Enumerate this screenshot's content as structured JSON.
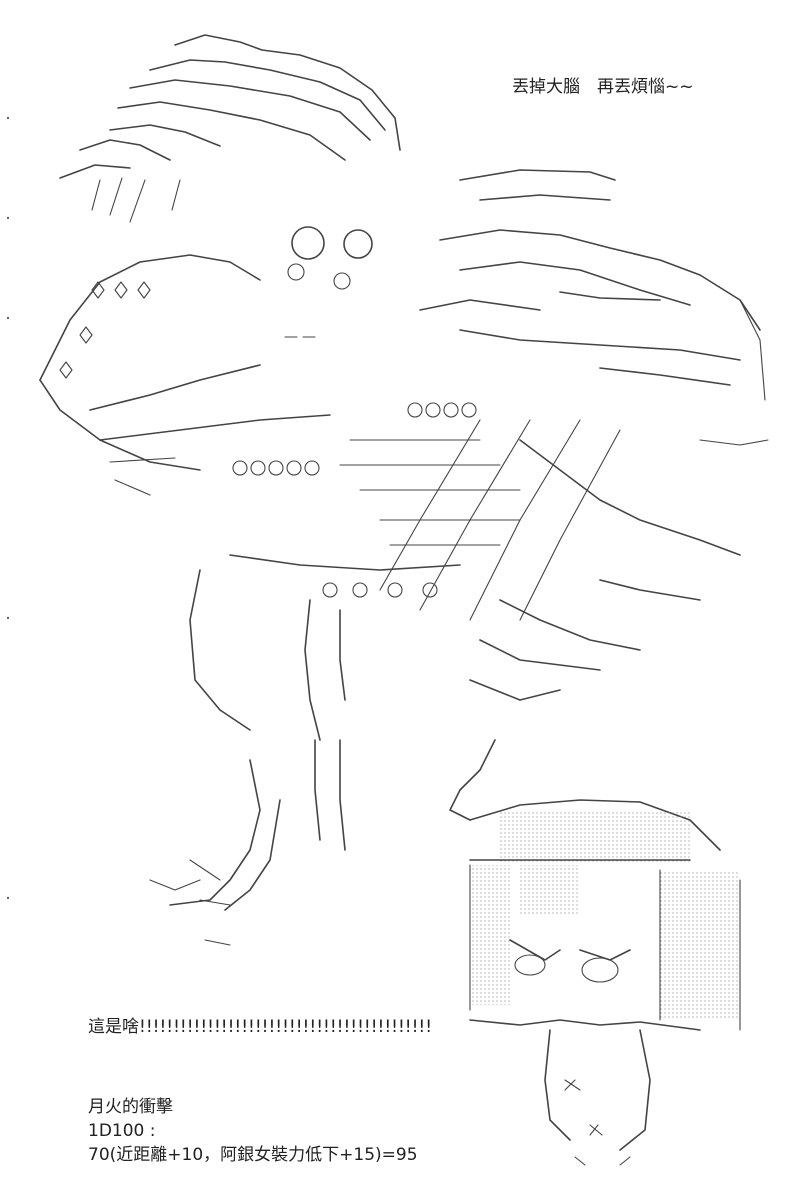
{
  "caption": "丟掉大腦　再丟煩惱~~",
  "exclaim": "這是啥!!!!!!!!!!!!!!!!!!!!!!!!!!!!!!!!!!!!!!!!!!!",
  "roll": {
    "move_name": "月火的衝擊",
    "dice": "1D100 :",
    "result": "70(近距離+10，阿銀女裝力低下+15)=95"
  },
  "colors": {
    "ink": "#222222",
    "background": "#ffffff"
  }
}
